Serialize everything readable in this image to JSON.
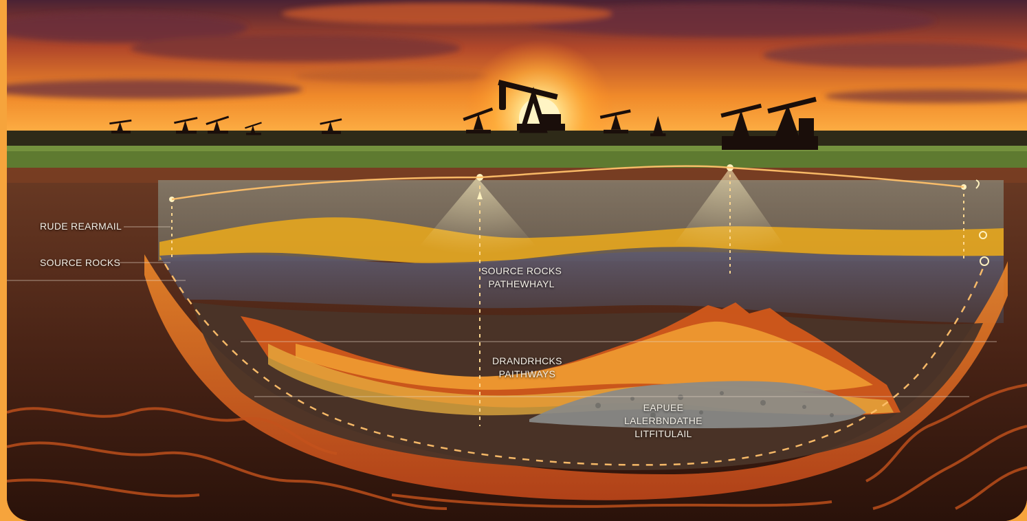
{
  "labels": {
    "left_top": "RUDE REARMAIL",
    "left_bottom": "SOURCE ROCKS",
    "center_upper_line1": "SOURCE ROCKS",
    "center_upper_line2": "PATHEWHAYL",
    "center_middle_line1": "DRANDRHCKS",
    "center_middle_line2": "PAITHWAYS",
    "center_lower_line1": "EAPUEE",
    "center_lower_line2": "LALERBNDATHE",
    "center_lower_line3": "LITFITULAIL"
  },
  "colors": {
    "page_border": "#f6a43c",
    "sky_top": "#5a2a3a",
    "sun_glow": "#ffe08a",
    "grass": "#6f8a3a",
    "reservoir_gold": "#e3a520",
    "source_layer": "#5c5560",
    "hot_layer": "#e2561b",
    "deep_rock": "#3a1a10",
    "migration_line": "#ffc06a"
  }
}
